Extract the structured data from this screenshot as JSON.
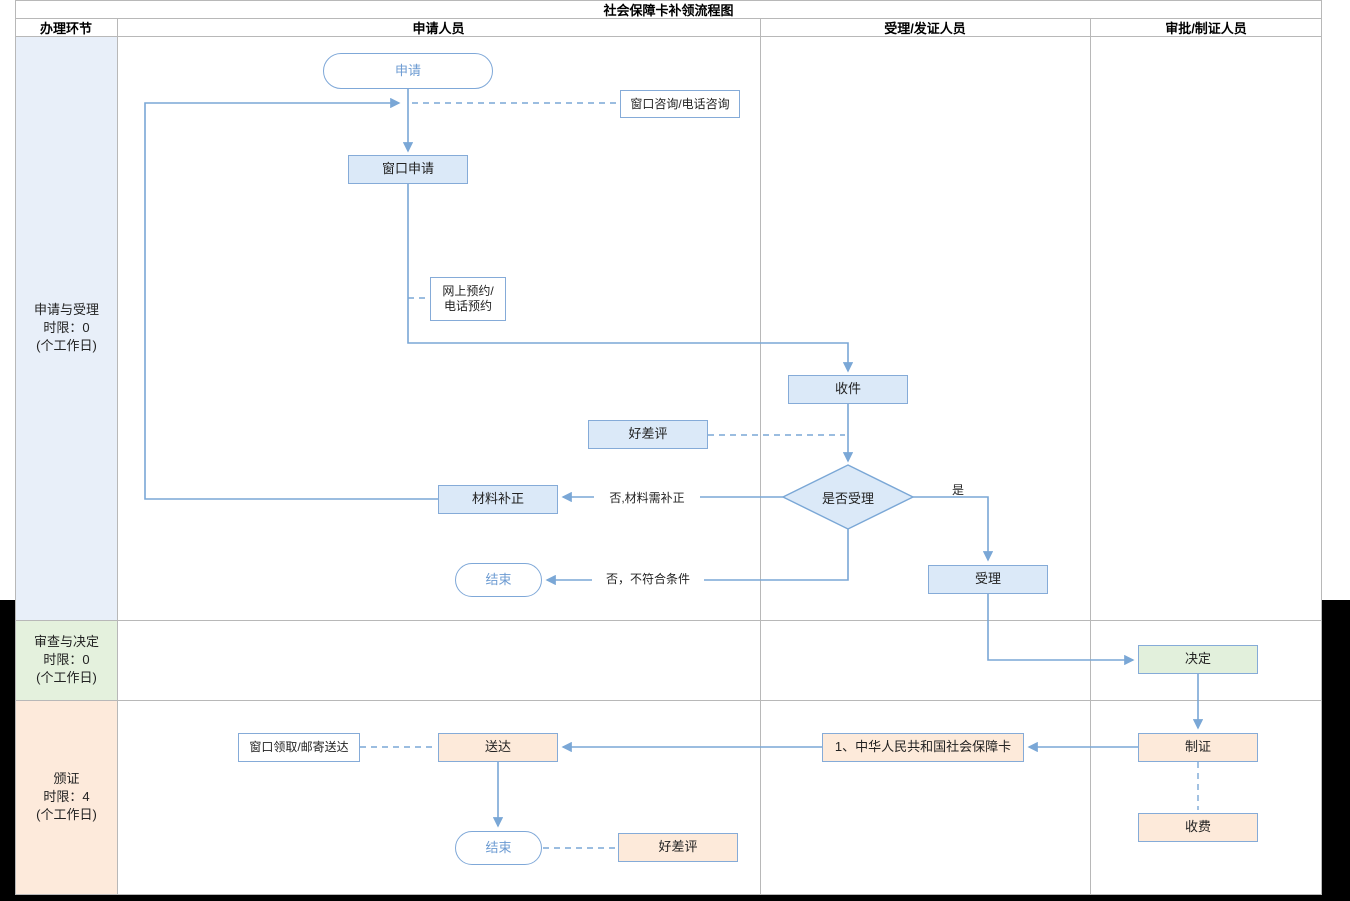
{
  "title": "社会保障卡补领流程图",
  "columns": {
    "c1": "办理环节",
    "c2": "申请人员",
    "c3": "受理/发证人员",
    "c4": "审批/制证人员"
  },
  "lanes": {
    "lane1": "申请与受理\n时限：0\n(个工作日)",
    "lane2": "审查与决定\n时限：0\n(个工作日)",
    "lane3": "颁证\n时限：4\n(个工作日)"
  },
  "nodes": {
    "apply": "申请",
    "window_consult": "窗口咨询/电话咨询",
    "window_apply": "窗口申请",
    "online_booking": "网上预约/\n电话预约",
    "receive": "收件",
    "rating_top": "好差评",
    "is_accept": "是否受理",
    "material_fix": "材料补正",
    "end_top": "结束",
    "accept": "受理",
    "decide": "决定",
    "make_card": "制证",
    "charge": "收费",
    "card": "1、中华人民共和国社会保障卡",
    "deliver": "送达",
    "window_pickup": "窗口领取/邮寄送达",
    "end_bottom": "结束",
    "rating_bottom": "好差评"
  },
  "edge_labels": {
    "no_fix": "否,材料需补正",
    "no_reject": "否，不符合条件",
    "yes": "是"
  },
  "colors": {
    "line": "#7aa7d6",
    "fill_blue": "#dbe9f8",
    "fill_green": "#e2f0dc",
    "fill_orange": "#fdeada",
    "lane1_bg": "#e8eff9",
    "lane2_bg": "#e4f1dd",
    "lane3_bg": "#fdeadb"
  }
}
